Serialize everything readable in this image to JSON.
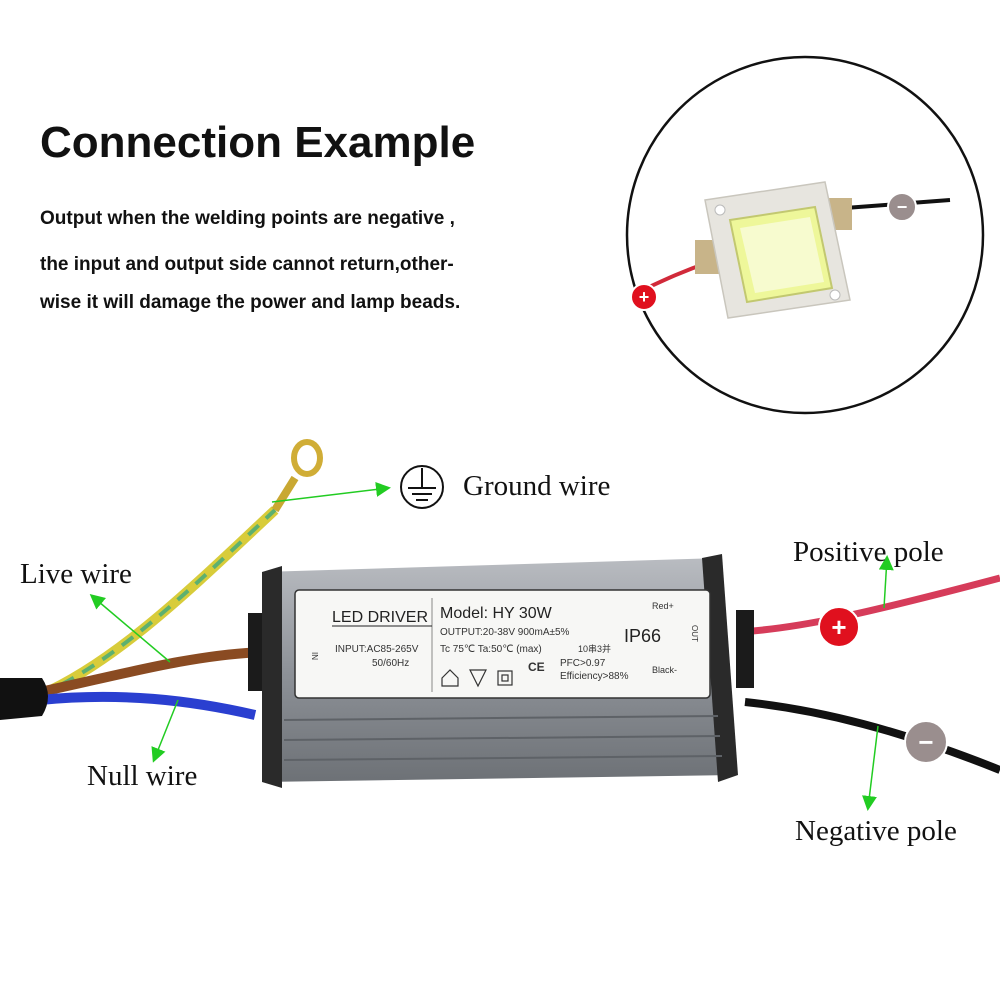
{
  "heading": "Connection Example",
  "description": [
    "Output when the welding points are negative ,",
    "the input and output side cannot return,other-",
    "wise it will damage the power and lamp beads."
  ],
  "labels": {
    "ground": "Ground wire",
    "live": "Live wire",
    "null": "Null wire",
    "positive": "Positive pole",
    "negative": "Negative pole"
  },
  "symbols": {
    "plus": "+",
    "minus": "−"
  },
  "driver": {
    "title": "LED DRIVER",
    "model": "Model: HY 30W",
    "input": "INPUT:AC85-265V",
    "freq": "50/60Hz",
    "output": "OUTPUT:20-38V  900mA±5%",
    "temps": "Tc 75℃  Ta:50℃ (max)",
    "config": "10串3并",
    "ip": "IP66",
    "pfc": "PFC>0.97",
    "efficiency": "Efficiency>88%",
    "red": "Red+",
    "black": "Black-",
    "in_side": "IN",
    "out_side": "OUT",
    "ce": "CE"
  },
  "colors": {
    "arrow": "#22cc22",
    "plus_badge": "#e0101e",
    "minus_badge": "#9a8e8e",
    "live_wire": "#8a4b22",
    "null_wire": "#2a3fd0",
    "ground_yellow": "#d8cc3a",
    "ground_green": "#5db070",
    "positive_wire": "#d63c5a",
    "negative_wire": "#111111"
  }
}
